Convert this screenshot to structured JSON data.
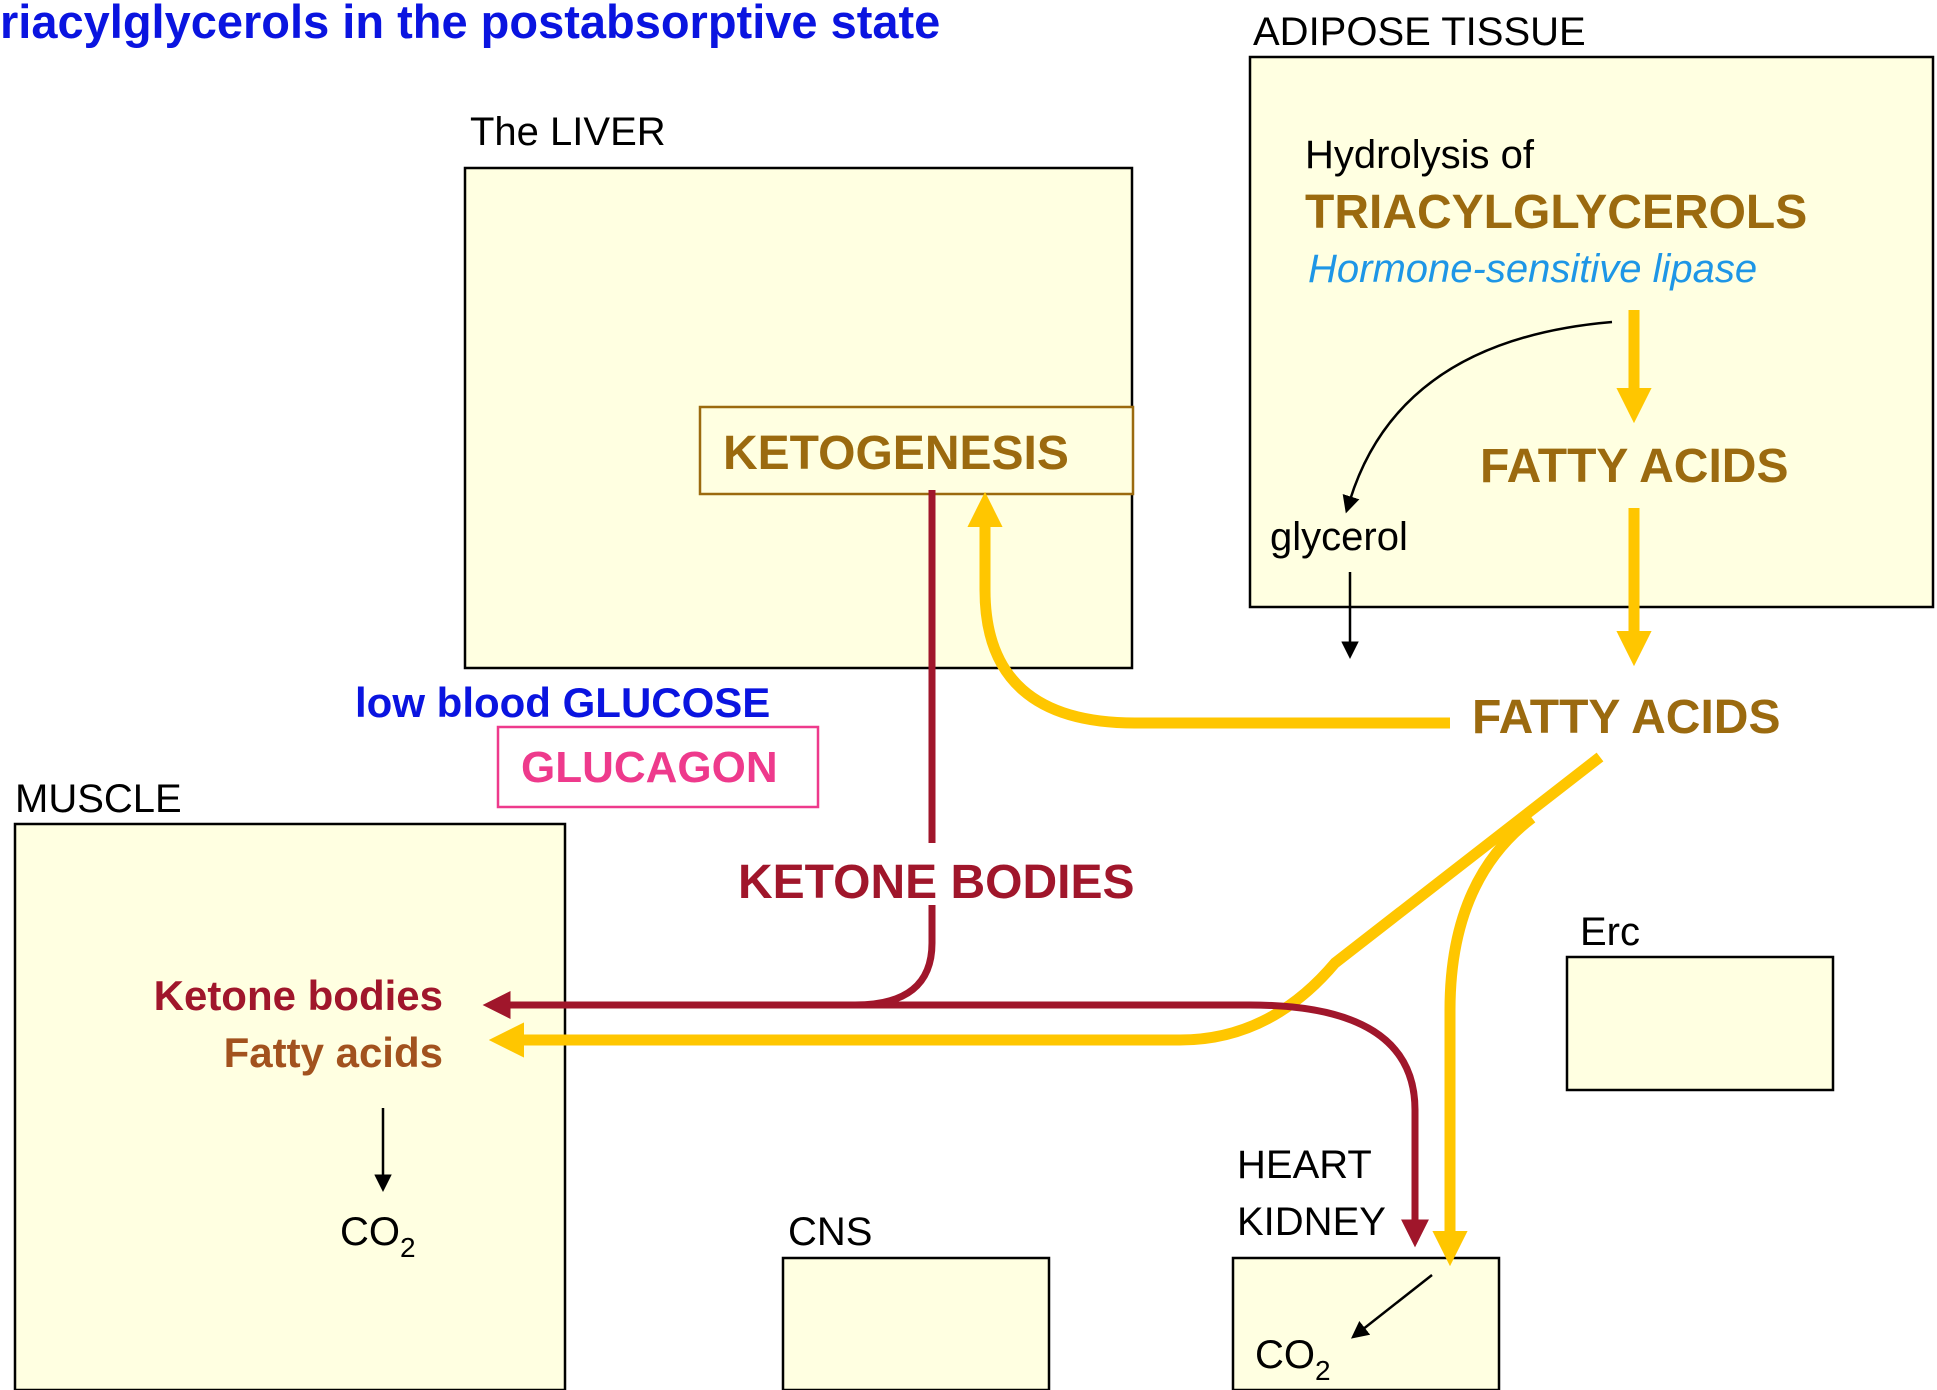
{
  "title": "riacylglycerols in the postabsorptive state",
  "adipose": {
    "label": "ADIPOSE TISSUE",
    "hydrolysis_of": "Hydrolysis of",
    "triacylglycerols": "TRIACYLGLYCEROLS",
    "enzyme": "Hormone-sensitive lipase",
    "fatty_acids": "FATTY ACIDS",
    "glycerol": "glycerol"
  },
  "liver": {
    "label": "The LIVER",
    "ketogenesis": "KETOGENESIS"
  },
  "blood": {
    "fatty_acids": "FATTY ACIDS",
    "ketone_bodies": "KETONE BODIES",
    "low_glucose": "low blood GLUCOSE",
    "glucagon": "GLUCAGON"
  },
  "muscle": {
    "label": "MUSCLE",
    "ketone_bodies": "Ketone bodies",
    "fatty_acids": "Fatty acids",
    "co2": "CO",
    "co2_sub": "2"
  },
  "cns": {
    "label": "CNS"
  },
  "heart_kidney": {
    "label_line1": "HEART",
    "label_line2": "KIDNEY",
    "co2": "CO",
    "co2_sub": "2"
  },
  "erc": {
    "label": "Erc"
  },
  "colors": {
    "title": "#0a14e0",
    "brown": "#9b6a0f",
    "enzyme_blue": "#1e96e6",
    "ketone_red": "#a0162b",
    "glucagon_pink": "#ee3a8c",
    "fatty_brown_muscle": "#a2521e",
    "arrow_yellow": "#ffc600",
    "box_fill": "#ffffe1"
  }
}
